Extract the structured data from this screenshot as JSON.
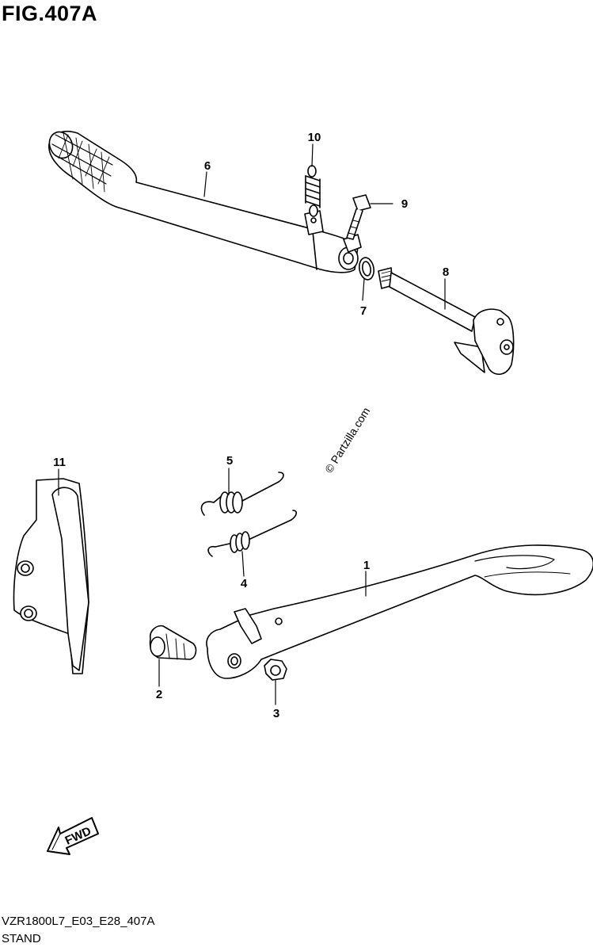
{
  "figure": {
    "title": "FIG.407A",
    "model_code": "VZR1800L7_E03_E28_407A",
    "section_name": "STAND",
    "watermark": "© Partzilla.com",
    "direction_label": "FWD"
  },
  "callouts": [
    {
      "id": "1",
      "part": "side-stand"
    },
    {
      "id": "2",
      "part": "pivot-bolt"
    },
    {
      "id": "3",
      "part": "nut"
    },
    {
      "id": "4",
      "part": "spring-inner"
    },
    {
      "id": "5",
      "part": "spring-outer"
    },
    {
      "id": "6",
      "part": "stand-lever"
    },
    {
      "id": "7",
      "part": "o-ring"
    },
    {
      "id": "8",
      "part": "shaft"
    },
    {
      "id": "9",
      "part": "bolt"
    },
    {
      "id": "10",
      "part": "return-spring"
    },
    {
      "id": "11",
      "part": "guard-plate"
    }
  ]
}
